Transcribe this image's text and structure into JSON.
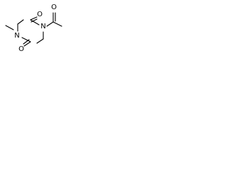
{
  "molecule": {
    "atoms": [
      {
        "id": "n1",
        "label": "N"
      },
      {
        "id": "n4",
        "label": "N"
      },
      {
        "id": "o_top",
        "label": "O"
      },
      {
        "id": "o_bottom",
        "label": "O"
      },
      {
        "id": "o_acetyl",
        "label": "O"
      }
    ]
  }
}
